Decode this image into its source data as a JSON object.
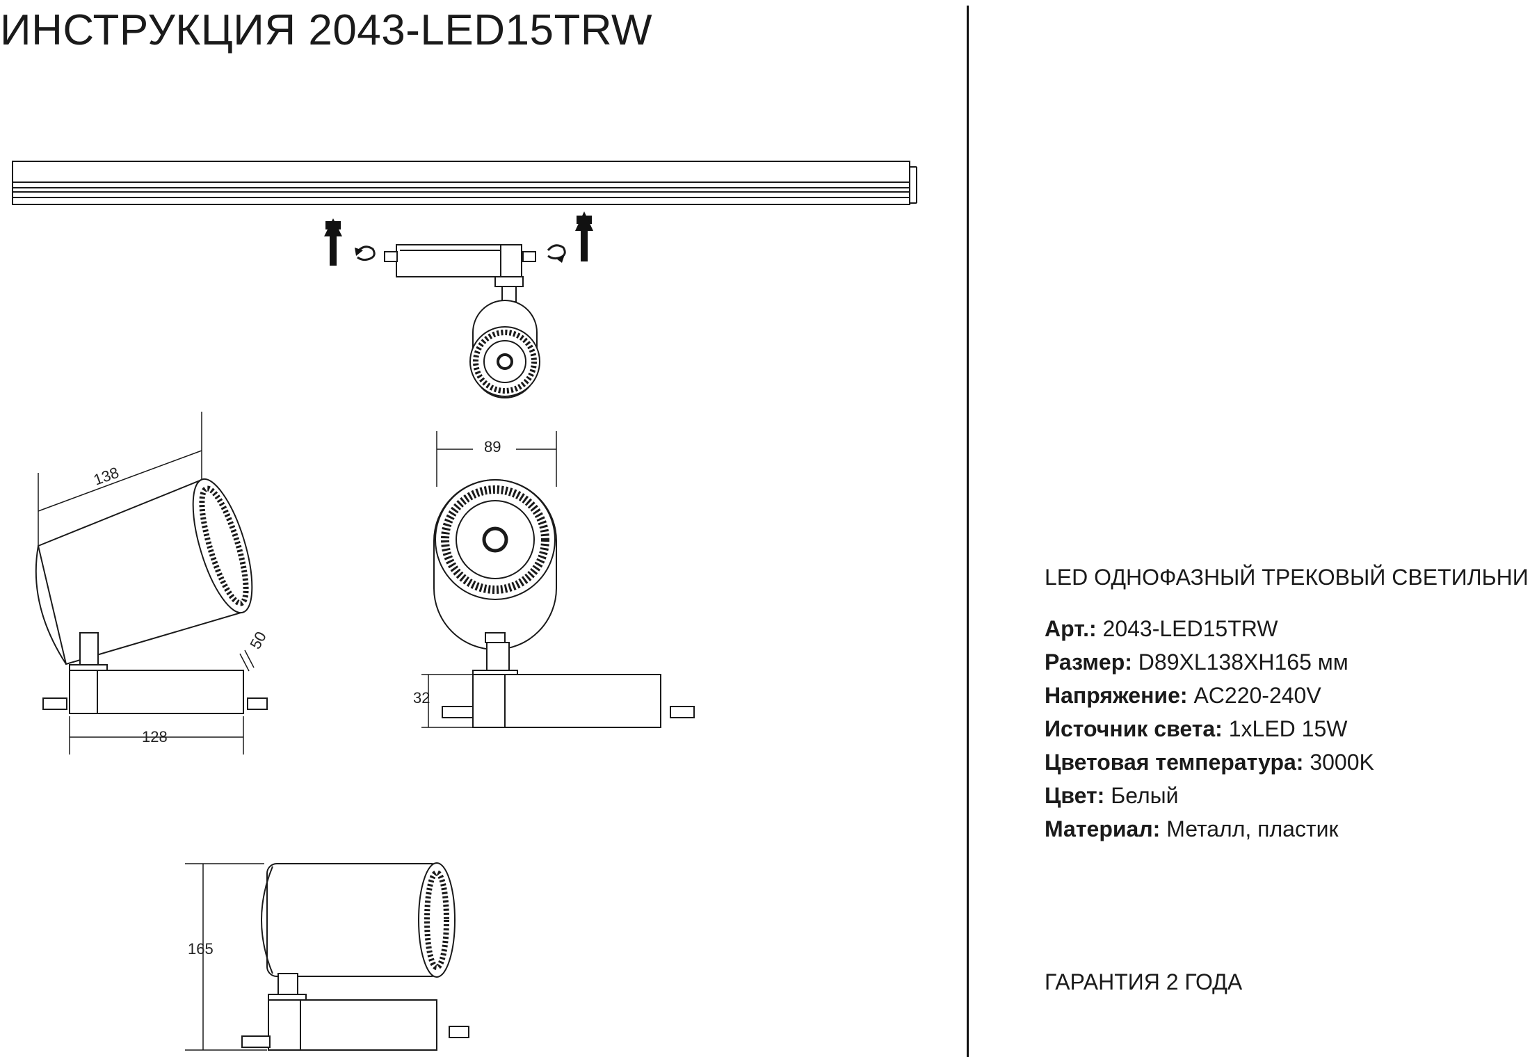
{
  "document": {
    "title": "ИНСТРУКЦИЯ 2043-LED15TRW",
    "product_heading": "LED ОДНОФАЗНЫЙ ТРЕКОВЫЙ СВЕТИЛЬНИК",
    "specs": [
      {
        "label": "Арт.:",
        "value": "2043-LED15TRW"
      },
      {
        "label": "Размер:",
        "value": "D89XL138XH165 мм"
      },
      {
        "label": "Напряжение:",
        "value": "AC220-240V"
      },
      {
        "label": "Источник света:",
        "value": "1xLED 15W"
      },
      {
        "label": "Цветовая температура:",
        "value": "3000K"
      },
      {
        "label": "Цвет:",
        "value": "Белый"
      },
      {
        "label": "Материал:",
        "value": "Металл, пластик"
      }
    ],
    "warranty": "ГАРАНТИЯ 2 ГОДА"
  },
  "dimensions": {
    "length": "138",
    "mount_width": "50",
    "base_length": "128",
    "diameter": "89",
    "base_height": "32",
    "height": "165"
  }
}
